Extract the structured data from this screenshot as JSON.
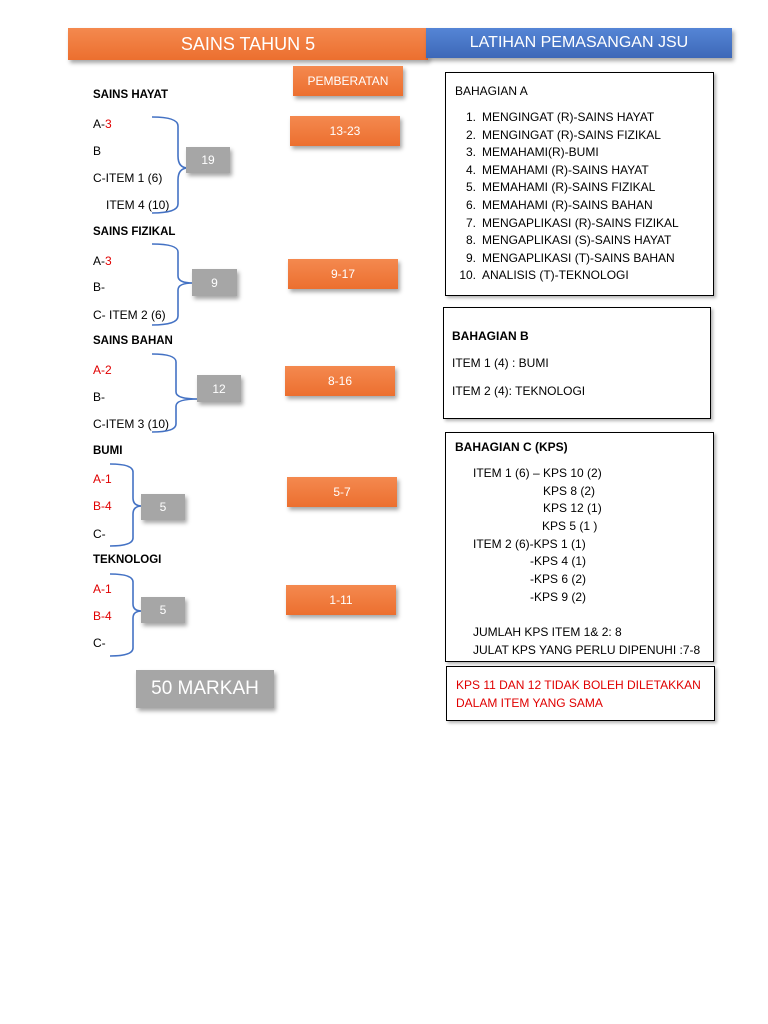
{
  "header": {
    "title_left": "SAINS TAHUN 5",
    "title_right": "LATIHAN PEMASANGAN JSU"
  },
  "pemberatan_label": "PEMBERATAN",
  "topics": [
    {
      "name": "SAINS HAYAT",
      "a_prefix": "A-",
      "a_value": "3",
      "b": "B",
      "c1": "C-ITEM 1 (6)",
      "c2": "ITEM 4 (10)",
      "total": "19",
      "range": "13-23"
    },
    {
      "name": "SAINS FIZIKAL",
      "a_prefix": "A-",
      "a_value": "3",
      "b": "B-",
      "c1": "C- ITEM 2 (6)",
      "total": "9",
      "range": "9-17"
    },
    {
      "name": "SAINS BAHAN",
      "a": "A-2",
      "b": "B-",
      "c1": "C-ITEM 3 (10)",
      "total": "12",
      "range": "8-16"
    },
    {
      "name": "BUMI",
      "a": "A-1",
      "b": "B-4",
      "c1": "C-",
      "total": "5",
      "range": "5-7"
    },
    {
      "name": "TEKNOLOGI",
      "a": "A-1",
      "b": "B-4",
      "c1": "C-",
      "total": "5",
      "range": "1-11"
    }
  ],
  "total_marks": "50 MARKAH",
  "bahagian_a": {
    "title": "BAHAGIAN A",
    "items": [
      "MENGINGAT (R)-SAINS HAYAT",
      "MENGINGAT (R)-SAINS FIZIKAL",
      "MEMAHAMI(R)-BUMI",
      "MEMAHAMI (R)-SAINS HAYAT",
      "MEMAHAMI (R)-SAINS FIZIKAL",
      "MEMAHAMI (R)-SAINS BAHAN",
      "MENGAPLIKASI (R)-SAINS FIZIKAL",
      "MENGAPLIKASI (S)-SAINS HAYAT",
      "MENGAPLIKASI (T)-SAINS BAHAN",
      "ANALISIS (T)-TEKNOLOGI"
    ],
    "numbers": [
      "1.",
      "2.",
      "3.",
      "4.",
      "5.",
      "6.",
      "7.",
      "8.",
      "9.",
      "10."
    ]
  },
  "bahagian_b": {
    "title": "BAHAGIAN B",
    "item1": "ITEM 1 (4) : BUMI",
    "item2": "ITEM 2 (4): TEKNOLOGI"
  },
  "bahagian_c": {
    "title": "BAHAGIAN C (KPS)",
    "lines": [
      "ITEM 1 (6) – KPS 10 (2)",
      "KPS 8 (2)",
      "KPS 12 (1)",
      "KPS 5 (1 )",
      "ITEM 2 (6)-KPS 1 (1)",
      "-KPS  4 (1)",
      "-KPS 6 (2)",
      "-KPS 9 (2)",
      "JUMLAH KPS ITEM 1& 2: 8",
      "JULAT KPS YANG PERLU DIPENUHI :7-8"
    ]
  },
  "note": {
    "line1": "KPS 11 DAN 12 TIDAK BOLEH DILETAKKAN",
    "line2": "DALAM ITEM YANG SAMA",
    "color": "#e00000"
  },
  "colors": {
    "orange": "#F07B3F",
    "blue": "#4472C4",
    "grey": "#a6a6a6",
    "red": "#e00000",
    "bracket": "#4472C4"
  }
}
